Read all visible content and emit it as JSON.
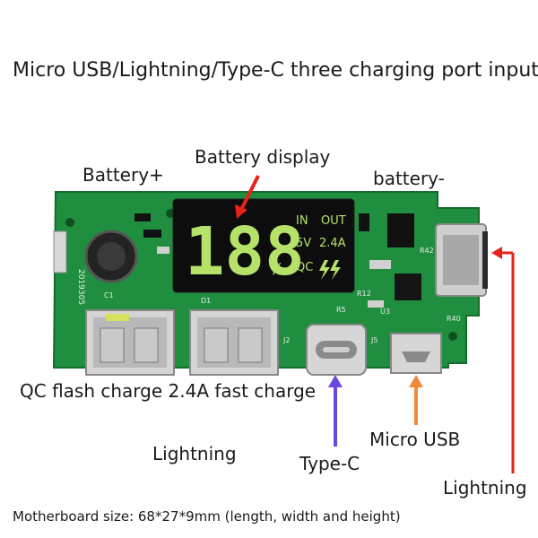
{
  "title": "Micro USB/Lightning/Type-C three charging port input",
  "labels": {
    "battery_plus": "Battery+",
    "battery_display": "Battery display",
    "battery_minus": "battery-",
    "qc_fast_charge": "QC flash charge 2.4A fast charge",
    "lightning_left": "Lightning",
    "type_c": "Type-C",
    "micro_usb": "Micro USB",
    "lightning_right": "Lightning"
  },
  "display": {
    "digits": "188",
    "percent": "%",
    "in": "IN",
    "out": "OUT",
    "volt": "5V",
    "amp": "2.4A",
    "qc": "QC"
  },
  "silkscreen": {
    "board_id": "2019305",
    "j2": "J2",
    "j5": "J5",
    "r5": "R5",
    "r12": "R12",
    "r42": "R42",
    "u3": "U3",
    "r40": "R40",
    "c1": "C1",
    "d1": "D1"
  },
  "footer": "Motherboard size: 68*27*9mm (length, width and height)",
  "colors": {
    "pcb": "#1f8f3f",
    "display": "#0d0d0d",
    "segment": "#b7e26a",
    "red_arrow": "#e6221a",
    "purple_arrow": "#6a48e0",
    "orange_arrow": "#f08a3a"
  }
}
